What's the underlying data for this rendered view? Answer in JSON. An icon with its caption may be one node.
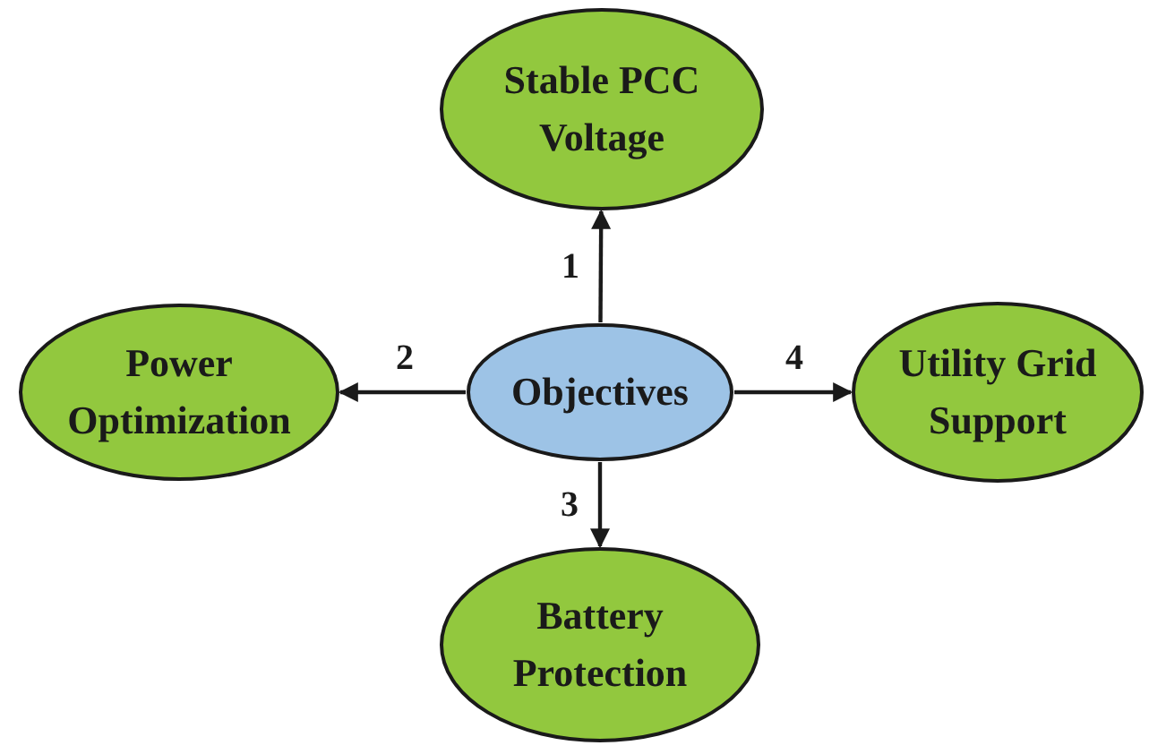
{
  "diagram": {
    "nodes": [
      {
        "text": [
          "Objectives"
        ]
      },
      {
        "text": [
          "Stable PCC Voltage"
        ]
      },
      {
        "text": [
          "Power Optimization"
        ]
      },
      {
        "text": [
          "Battery Protection"
        ]
      },
      {
        "text": [
          "Utility Grid Support"
        ]
      }
    ],
    "edges": [
      {
        "from": 0,
        "to": 1,
        "arrow": "to",
        "label": "1"
      },
      {
        "from": 0,
        "to": 2,
        "arrow": "to",
        "label": "2"
      },
      {
        "from": 0,
        "to": 3,
        "arrow": "to",
        "label": "3"
      },
      {
        "from": 0,
        "to": 4,
        "arrow": "to",
        "label": "4"
      }
    ]
  }
}
